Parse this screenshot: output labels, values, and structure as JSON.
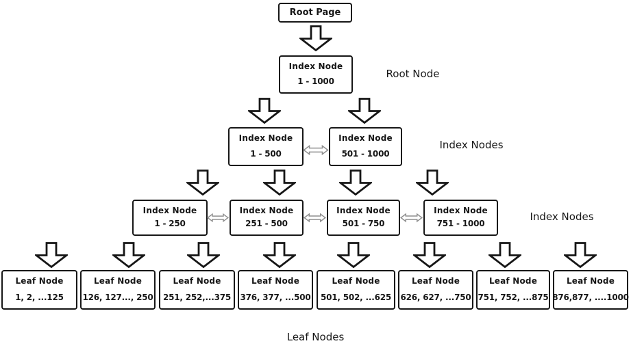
{
  "colors": {
    "background": "#ffffff",
    "box_border": "#161616",
    "text": "#161616",
    "connector_gray": "#8f8f8f"
  },
  "root_page": {
    "label": "Root Page"
  },
  "root_level": {
    "side_label": "Root Node",
    "node": {
      "title": "Index Node",
      "range": "1 - 1000"
    }
  },
  "level2": {
    "side_label": "Index Nodes",
    "nodes": [
      {
        "title": "Index Node",
        "range": "1 - 500"
      },
      {
        "title": "Index Node",
        "range": "501 - 1000"
      }
    ]
  },
  "level3": {
    "side_label": "Index Nodes",
    "nodes": [
      {
        "title": "Index Node",
        "range": "1 - 250"
      },
      {
        "title": "Index Node",
        "range": "251 - 500"
      },
      {
        "title": "Index Node",
        "range": "501 - 750"
      },
      {
        "title": "Index Node",
        "range": "751 - 1000"
      }
    ]
  },
  "leaf_level": {
    "bottom_label": "Leaf Nodes",
    "nodes": [
      {
        "title": "Leaf Node",
        "range": "1, 2, ...125"
      },
      {
        "title": "Leaf Node",
        "range": "126, 127..., 250"
      },
      {
        "title": "Leaf Node",
        "range": "251, 252,...375"
      },
      {
        "title": "Leaf Node",
        "range": "376, 377, ...500"
      },
      {
        "title": "Leaf Node",
        "range": "501, 502, ...625"
      },
      {
        "title": "Leaf Node",
        "range": "626, 627, ...750"
      },
      {
        "title": "Leaf Node",
        "range": "751, 752, ...875"
      },
      {
        "title": "Leaf Node",
        "range": "876,877, ....1000"
      }
    ]
  }
}
